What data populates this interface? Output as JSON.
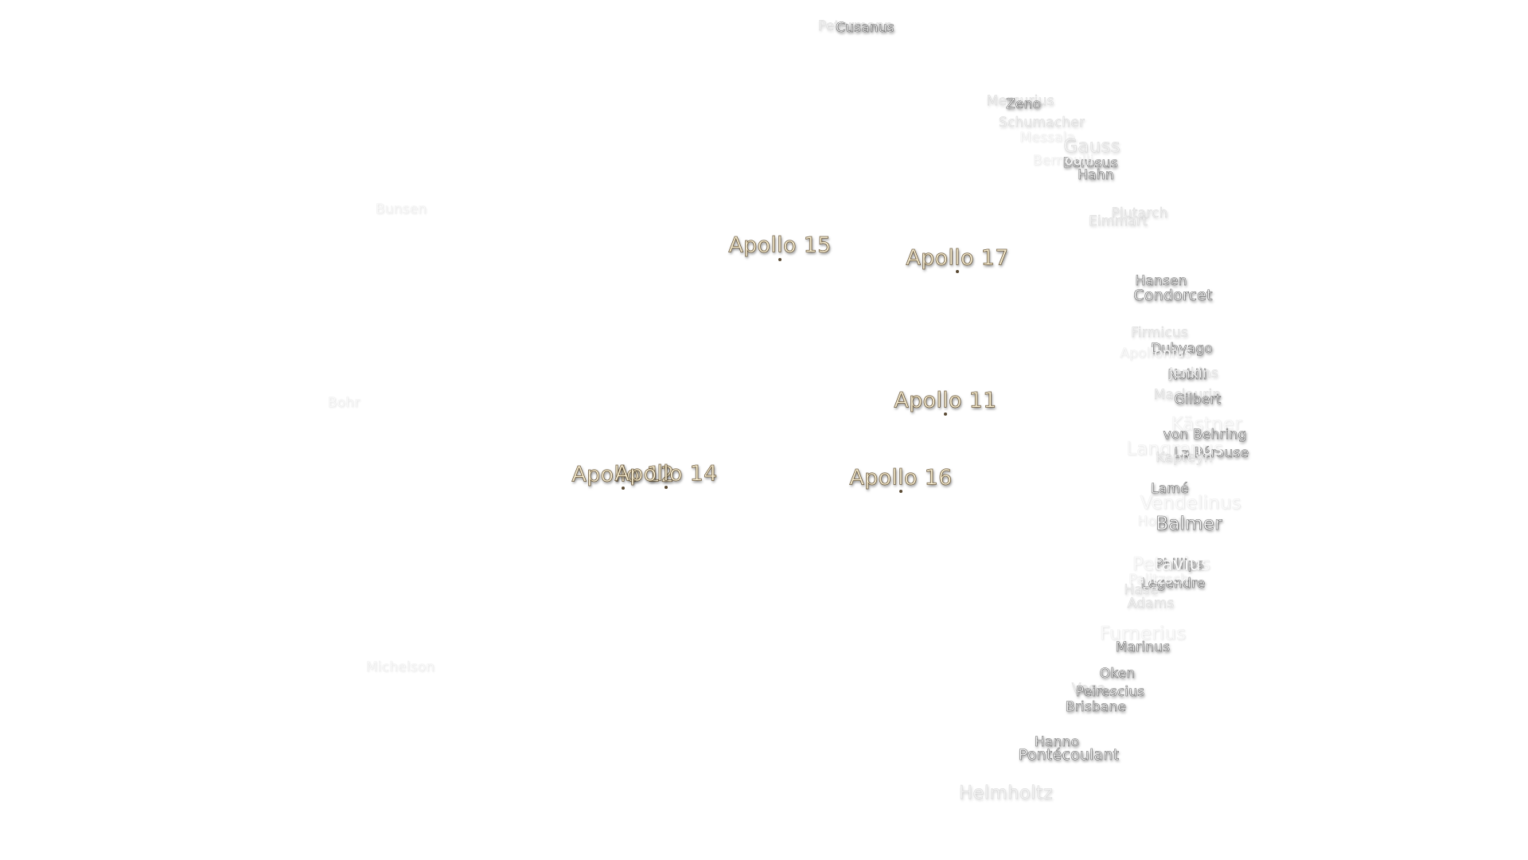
{
  "apollo_sites": [
    {
      "key": "a15",
      "label": "Apollo 15"
    },
    {
      "key": "a17",
      "label": "Apollo 17"
    },
    {
      "key": "a11",
      "label": "Apollo 11"
    },
    {
      "key": "a16",
      "label": "Apollo 16"
    },
    {
      "key": "a12",
      "label": "Apollo 12"
    },
    {
      "key": "a14",
      "label": "Apollo 14"
    }
  ],
  "craters": [
    "Petermann",
    "Cusanus",
    "Mercurius",
    "Zeno",
    "Schumacher",
    "Messala",
    "Gauss",
    "Berosus",
    "Hahn",
    "Bernoulli",
    "Plutarch",
    "Eimmart",
    "Bunsen",
    "Hansen",
    "Condorcet",
    "Firmicus",
    "Dubyago",
    "Apollonius",
    "Nobili",
    "Jenkins",
    "Maclaurin",
    "Gilbert",
    "Bohr",
    "Kästner",
    "von Behring",
    "La Pérouse",
    "Langrenus",
    "Kapteyn",
    "Lamé",
    "Vendelinus",
    "Holden",
    "Balmer",
    "Phillips",
    "Petavius",
    "Legendre",
    "Palitzsch",
    "Hase",
    "Adams",
    "Furnerius",
    "Marinus",
    "Oken",
    "Vega",
    "Peirescius",
    "Brisbane",
    "Pontécoulant",
    "Hanno",
    "Helmholtz",
    "Michelson"
  ]
}
